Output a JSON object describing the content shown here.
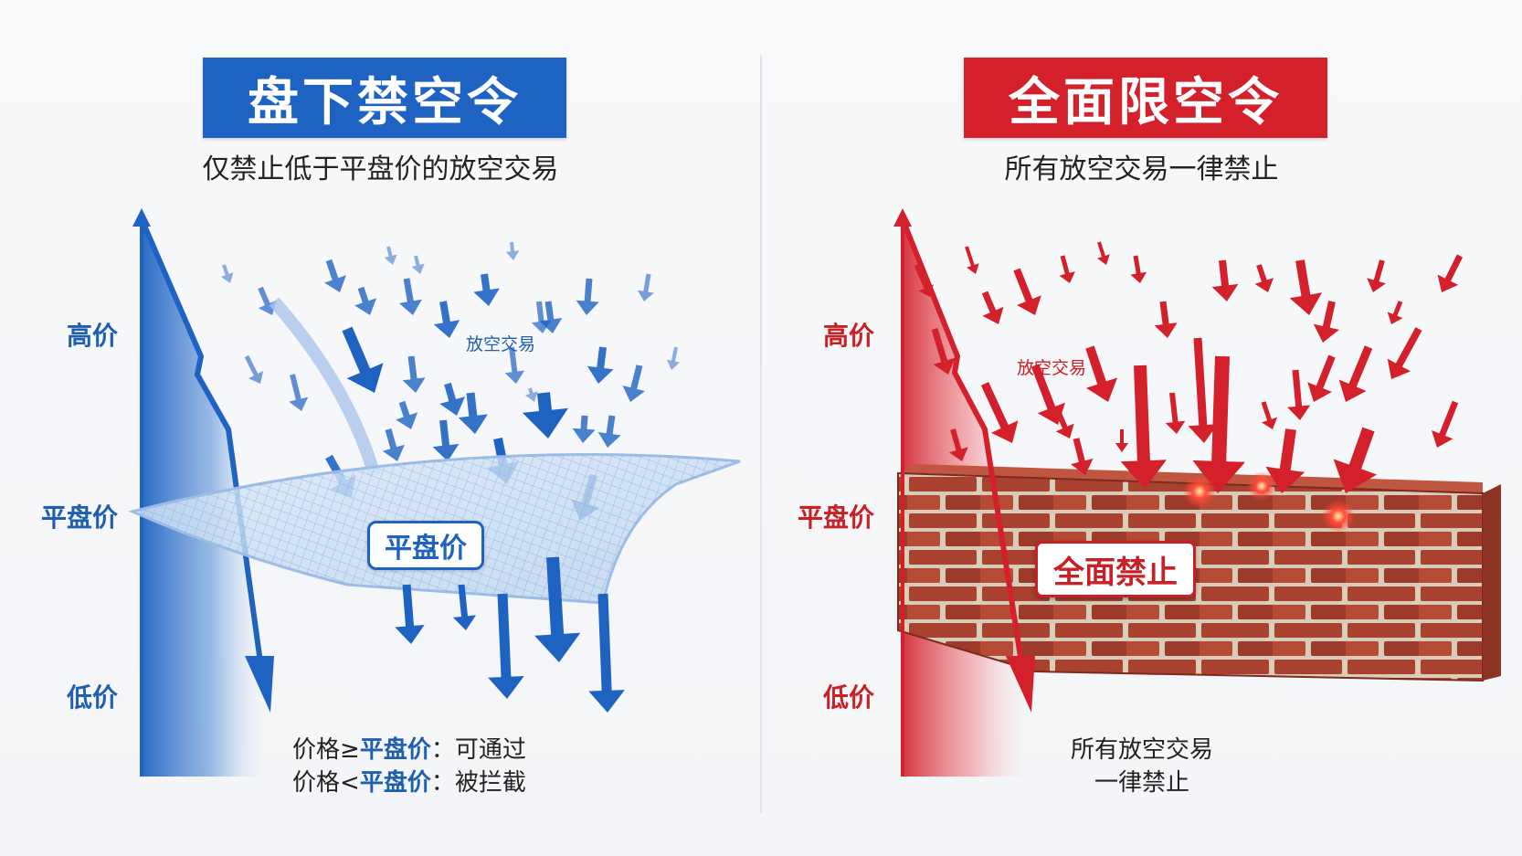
{
  "left": {
    "title": "盘下禁空令",
    "subtitle": "仅禁止低于平盘价的放空交易",
    "axis": {
      "high": "高价",
      "flat": "平盘价",
      "low": "低价"
    },
    "arrow_label": "放空交易",
    "net_label": "平盘价",
    "rules": [
      {
        "prefix": "价格",
        "op": "≥",
        "keyword": "平盘价",
        "sep": "：",
        "result": "可通过"
      },
      {
        "prefix": "价格",
        "op": "<",
        "keyword": "平盘价",
        "sep": "：",
        "result": "被拦截"
      }
    ],
    "color": "#1f63c2"
  },
  "right": {
    "title": "全面限空令",
    "subtitle": "所有放空交易一律禁止",
    "axis": {
      "high": "高价",
      "flat": "平盘价",
      "low": "低价"
    },
    "arrow_label": "放空交易",
    "wall_sign": "全面禁止",
    "caption_lines": [
      "所有放空交易",
      "一律禁止"
    ],
    "color": "#d3202b"
  }
}
